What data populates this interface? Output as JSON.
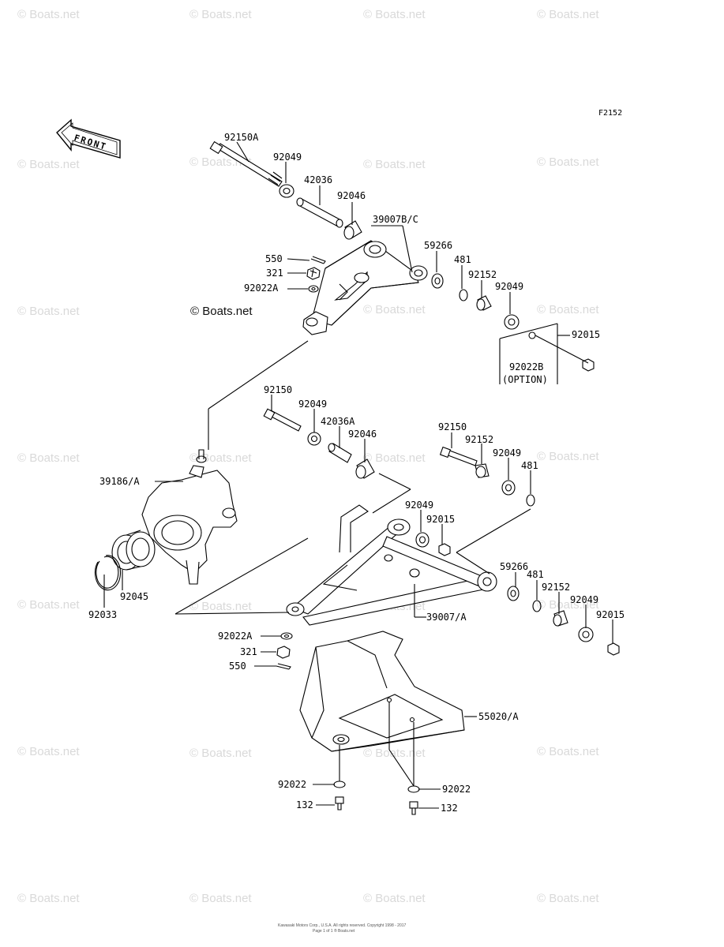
{
  "figure_code": "F2152",
  "watermark": "© Boats.net",
  "copyright_watermark": "© Boats.net",
  "front_arrow_text": "FRONT",
  "footer_lines": [
    "Kawasaki Motors Corp., U.S.A. All rights reserved. Copyright 1998 - 2017",
    "Page 1 of 1 ® Boats.net"
  ],
  "labels": {
    "l92150A": "92150A",
    "l92049a": "92049",
    "l42036": "42036",
    "l92046a": "92046",
    "l39007BC": "39007B/C",
    "l550a": "550",
    "l321a": "321",
    "l92022Aa": "92022A",
    "l59266a": "59266",
    "l481a": "481",
    "l92152a": "92152",
    "l92049b": "92049",
    "l92015a": "92015",
    "l92022B": "92022B",
    "lOPTION": "(OPTION)",
    "l92150a": "92150",
    "l92049c": "92049",
    "l42036A": "42036A",
    "l92046b": "92046",
    "l92150b": "92150",
    "l92152b": "92152",
    "l92049d": "92049",
    "l481b": "481",
    "l39186A": "39186/A",
    "l92049e": "92049",
    "l92015b": "92015",
    "l92045": "92045",
    "l92033": "92033",
    "l59266b": "59266",
    "l481c": "481",
    "l92152c": "92152",
    "l92049f": "92049",
    "l92015c": "92015",
    "l39007A": "39007/A",
    "l92022Ab": "92022A",
    "l321b": "321",
    "l550b": "550",
    "l55020A": "55020/A",
    "l92022a": "92022",
    "l92022b": "92022",
    "l132a": "132",
    "l132b": "132"
  }
}
